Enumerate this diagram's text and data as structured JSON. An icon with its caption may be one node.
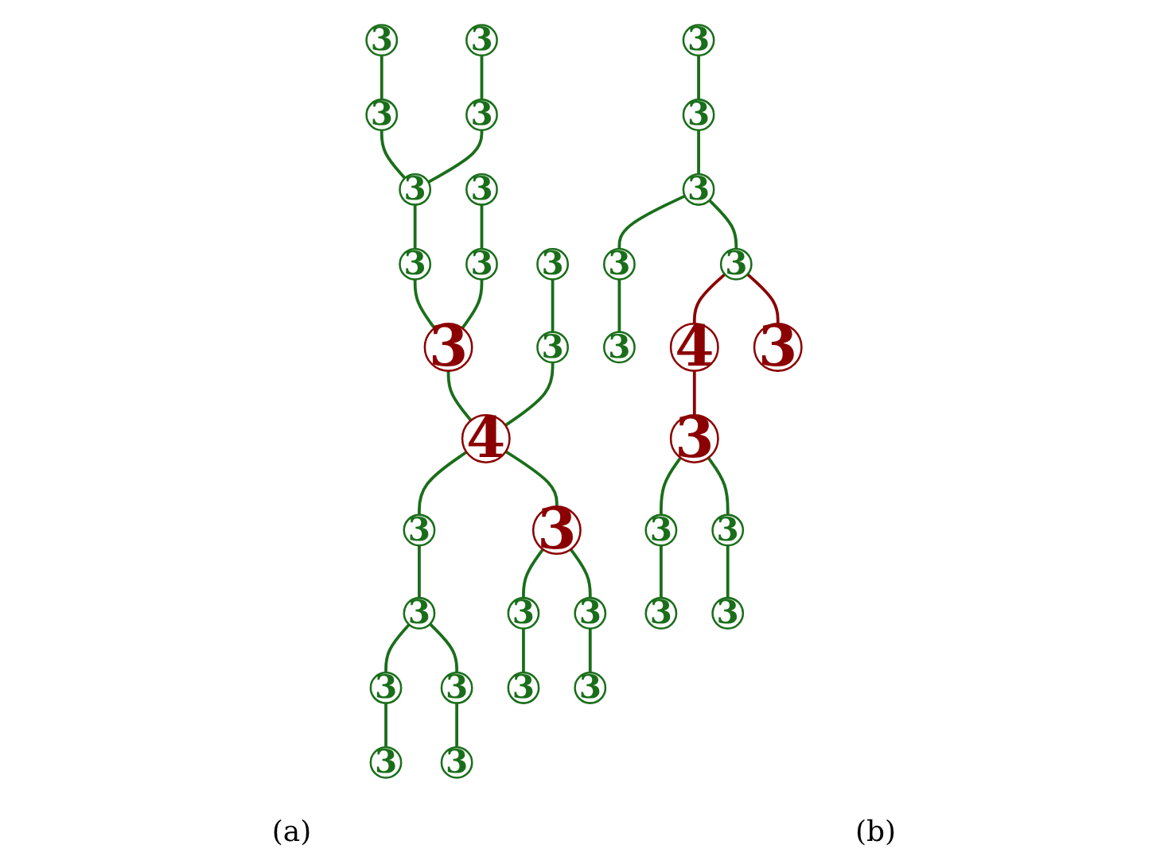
{
  "diagram": {
    "nodes": [
      {
        "text": [
          "3"
        ]
      },
      {
        "text": [
          "3"
        ]
      },
      {
        "text": [
          "3"
        ]
      },
      {
        "text": [
          "3"
        ]
      },
      {
        "text": [
          "3"
        ]
      },
      {
        "text": [
          "3"
        ]
      },
      {
        "text": [
          "3"
        ]
      },
      {
        "text": [
          "3"
        ]
      },
      {
        "text": [
          "3"
        ]
      },
      {
        "text": [
          "3"
        ]
      },
      {
        "text": [
          "3"
        ]
      },
      {
        "text": [
          "4"
        ]
      },
      {
        "text": [
          "3"
        ]
      },
      {
        "text": [
          "3"
        ]
      },
      {
        "text": [
          "3"
        ]
      },
      {
        "text": [
          "3"
        ]
      },
      {
        "text": [
          "3"
        ]
      },
      {
        "text": [
          "3"
        ]
      },
      {
        "text": [
          "3"
        ]
      },
      {
        "text": [
          "3"
        ]
      },
      {
        "text": [
          "3"
        ]
      },
      {
        "text": [
          "3"
        ]
      },
      {
        "text": [
          "3"
        ]
      },
      {
        "text": [
          "3"
        ]
      },
      {
        "text": [
          "3"
        ]
      },
      {
        "text": [
          "3"
        ]
      },
      {
        "text": [
          "3"
        ]
      },
      {
        "text": [
          "3"
        ]
      },
      {
        "text": [
          "3"
        ]
      },
      {
        "text": [
          "4"
        ]
      },
      {
        "text": [
          "3"
        ]
      },
      {
        "text": [
          "3"
        ]
      },
      {
        "text": [
          "3"
        ]
      },
      {
        "text": [
          "3"
        ]
      },
      {
        "text": [
          "3"
        ]
      },
      {
        "text": [
          "3"
        ]
      }
    ],
    "edges": [
      {
        "from": 0,
        "to": 2,
        "arrow": "none"
      },
      {
        "from": 1,
        "to": 3,
        "arrow": "none"
      },
      {
        "from": 2,
        "to": 4,
        "arrow": "none"
      },
      {
        "from": 3,
        "to": 4,
        "arrow": "none"
      },
      {
        "from": 4,
        "to": 5,
        "arrow": "none"
      },
      {
        "from": 5,
        "to": 8,
        "arrow": "none"
      },
      {
        "from": 6,
        "to": 7,
        "arrow": "none"
      },
      {
        "from": 7,
        "to": 8,
        "arrow": "none"
      },
      {
        "from": 8,
        "to": 11,
        "arrow": "none"
      },
      {
        "from": 9,
        "to": 10,
        "arrow": "none"
      },
      {
        "from": 10,
        "to": 11,
        "arrow": "none"
      },
      {
        "from": 11,
        "to": 12,
        "arrow": "none"
      },
      {
        "from": 12,
        "to": 13,
        "arrow": "none"
      },
      {
        "from": 13,
        "to": 14,
        "arrow": "none"
      },
      {
        "from": 14,
        "to": 15,
        "arrow": "none"
      },
      {
        "from": 13,
        "to": 16,
        "arrow": "none"
      },
      {
        "from": 16,
        "to": 18,
        "arrow": "none"
      },
      {
        "from": 11,
        "to": 17,
        "arrow": "none"
      },
      {
        "from": 17,
        "to": 19,
        "arrow": "none"
      },
      {
        "from": 19,
        "to": 21,
        "arrow": "none"
      },
      {
        "from": 17,
        "to": 20,
        "arrow": "none"
      },
      {
        "from": 20,
        "to": 22,
        "arrow": "none"
      },
      {
        "from": 23,
        "to": 24,
        "arrow": "none"
      },
      {
        "from": 24,
        "to": 25,
        "arrow": "none"
      },
      {
        "from": 25,
        "to": 27,
        "arrow": "none"
      },
      {
        "from": 25,
        "to": 26,
        "arrow": "none"
      },
      {
        "from": 26,
        "to": 28,
        "arrow": "none"
      },
      {
        "from": 27,
        "to": 29,
        "arrow": "none",
        "color": "#8b0000"
      },
      {
        "from": 27,
        "to": 30,
        "arrow": "none",
        "color": "#8b0000"
      },
      {
        "from": 29,
        "to": 31,
        "arrow": "none",
        "color": "#8b0000"
      },
      {
        "from": 31,
        "to": 32,
        "arrow": "none"
      },
      {
        "from": 32,
        "to": 34,
        "arrow": "none"
      },
      {
        "from": 31,
        "to": 33,
        "arrow": "none"
      },
      {
        "from": 33,
        "to": 35,
        "arrow": "none"
      }
    ],
    "labels": [
      "(a)",
      "(b)"
    ]
  }
}
